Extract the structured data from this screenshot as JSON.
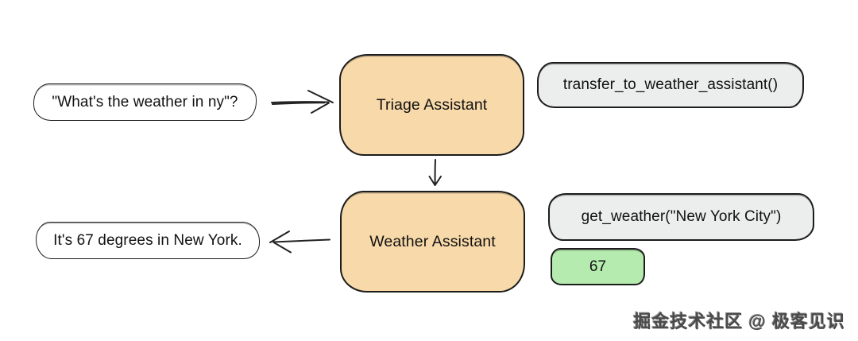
{
  "diagram": {
    "user_question": {
      "label": "\"What's the weather in ny\"?"
    },
    "triage_assistant": {
      "label": "Triage Assistant"
    },
    "transfer_call": {
      "label": "transfer_to_weather_assistant()"
    },
    "weather_assistant": {
      "label": "Weather Assistant"
    },
    "get_weather_call": {
      "label": "get_weather(\"New York City\")"
    },
    "get_weather_result": {
      "label": "67"
    },
    "final_answer": {
      "label": "It's 67 degrees in New York."
    },
    "arrows": [
      {
        "name": "user-to-triage",
        "direction": "right"
      },
      {
        "name": "triage-to-weather",
        "direction": "down"
      },
      {
        "name": "weather-to-answer",
        "direction": "left"
      }
    ]
  },
  "watermark": {
    "text": "掘金技术社区 @ 极客见识"
  },
  "colors": {
    "background": "#FFFFFF",
    "agent_fill": "#F8D9A9",
    "tool_fill": "#ECEEED",
    "result_fill": "#B5EBAF",
    "node_border": "#1C1C1C",
    "text": "#111111",
    "watermark_text": "#4A4A4A"
  }
}
